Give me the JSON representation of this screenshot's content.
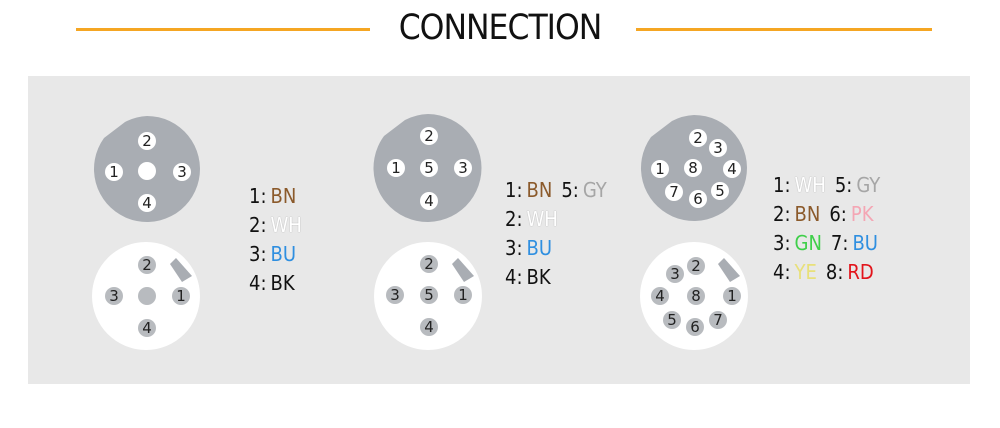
{
  "title": "CONNECTION",
  "colors": {
    "accent_line": "#f5a623",
    "panel": "#e8e8e8",
    "connector_grey": "#a9adb3",
    "connector_white": "#ffffff",
    "pin_white": "#ffffff",
    "pin_grey": "#b8bbbf"
  },
  "connectors": [
    {
      "name": "4-pin",
      "male": {
        "pins": [
          "1",
          "2",
          "3",
          "4"
        ]
      },
      "female": {
        "pins": [
          "2",
          "3",
          "1",
          "4"
        ]
      }
    },
    {
      "name": "5-pin",
      "male": {
        "pins": [
          "2",
          "1",
          "5",
          "3",
          "4"
        ]
      },
      "female": {
        "pins": [
          "2",
          "3",
          "5",
          "1",
          "4"
        ]
      }
    },
    {
      "name": "8-pin",
      "male": {
        "pins": [
          "2",
          "3",
          "1",
          "8",
          "4",
          "7",
          "6",
          "5"
        ]
      },
      "female": {
        "pins": [
          "3",
          "2",
          "4",
          "8",
          "1",
          "5",
          "6",
          "7"
        ]
      }
    }
  ],
  "legends": [
    {
      "rows": [
        [
          {
            "num": "1:",
            "code": "BN",
            "color": "#8b5a2b"
          }
        ],
        [
          {
            "num": "2:",
            "code": "WH",
            "color": "#ffffff"
          }
        ],
        [
          {
            "num": "3:",
            "code": "BU",
            "color": "#2f8fe0"
          }
        ],
        [
          {
            "num": "4:",
            "code": "BK",
            "color": "#111111"
          }
        ]
      ]
    },
    {
      "rows": [
        [
          {
            "num": "1:",
            "code": "BN",
            "color": "#8b5a2b"
          },
          {
            "num": "5:",
            "code": "GY",
            "color": "#a6a6a6"
          }
        ],
        [
          {
            "num": "2:",
            "code": "WH",
            "color": "#ffffff"
          }
        ],
        [
          {
            "num": "3:",
            "code": "BU",
            "color": "#2f8fe0"
          }
        ],
        [
          {
            "num": "4:",
            "code": "BK",
            "color": "#111111"
          }
        ]
      ]
    },
    {
      "rows": [
        [
          {
            "num": "1:",
            "code": "WH",
            "color": "#ffffff"
          },
          {
            "num": "5:",
            "code": "GY",
            "color": "#a6a6a6"
          }
        ],
        [
          {
            "num": "2:",
            "code": "BN",
            "color": "#8b5a2b"
          },
          {
            "num": "6:",
            "code": "PK",
            "color": "#f4a6b4"
          }
        ],
        [
          {
            "num": "3:",
            "code": "GN",
            "color": "#3fcf4a"
          },
          {
            "num": "7:",
            "code": "BU",
            "color": "#2f8fe0"
          }
        ],
        [
          {
            "num": "4:",
            "code": "YE",
            "color": "#e8e07a"
          },
          {
            "num": "8:",
            "code": "RD",
            "color": "#e2141b"
          }
        ]
      ]
    }
  ]
}
